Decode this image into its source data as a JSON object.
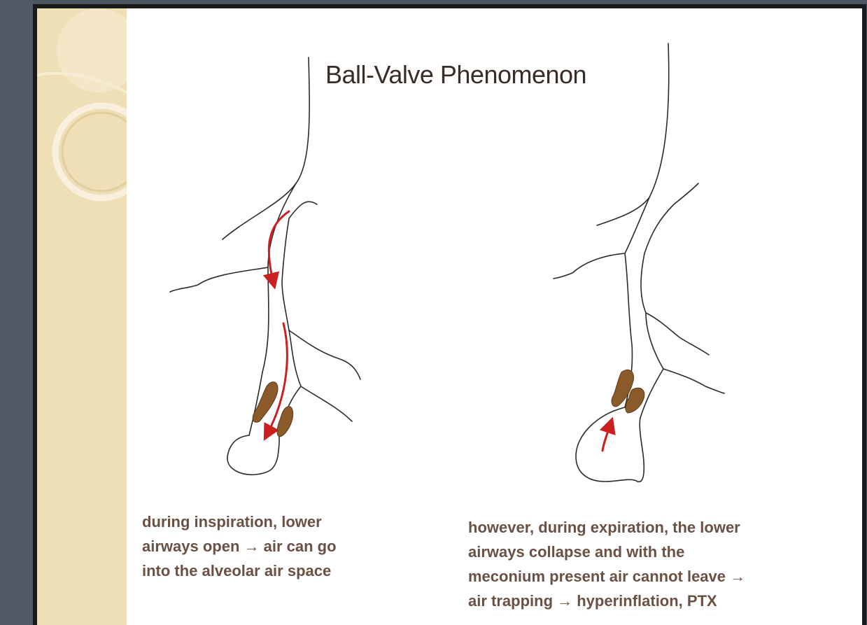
{
  "slide": {
    "title": "Ball-Valve Phenomenon",
    "caption_left": [
      "during inspiration, lower",
      "airways open → air can go",
      "into the alveolar air space"
    ],
    "caption_right": [
      "however, during expiration, the lower",
      "airways collapse and with the",
      "meconium present air cannot leave →",
      "air trapping → hyperinflation, PTX"
    ]
  },
  "colors": {
    "background": "#4c5562",
    "frame": "#1a1a1a",
    "side_band": "#efdfb6",
    "airflow_arrow": "#cc2020",
    "meconium": "#8a5a2b",
    "caption_text": "#6b5043"
  }
}
